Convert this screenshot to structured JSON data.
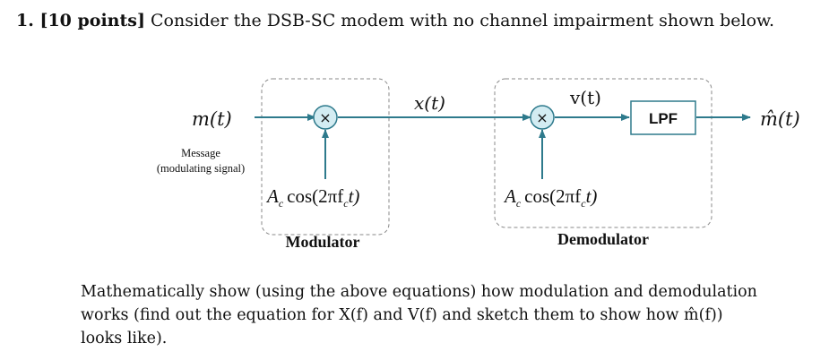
{
  "question": {
    "number_label": "1. [10 points]",
    "text": "Consider the DSB-SC modem with no channel impairment shown below."
  },
  "diagram": {
    "input_label": "m(t)",
    "input_note_line1": "Message",
    "input_note_line2": "(modulating signal)",
    "mixer_symbol": "×",
    "modulator": {
      "carrier_label": "A",
      "carrier_sub": "c",
      "carrier_rest": "cos(2πf",
      "carrier_f_sub": "c",
      "carrier_t": "t)",
      "title": "Modulator"
    },
    "channel_label": "x(t)",
    "demodulated_label": "v(t)",
    "demodulator": {
      "carrier_label": "A",
      "carrier_sub": "c",
      "carrier_rest": "cos(2πf",
      "carrier_f_sub": "c",
      "carrier_t": "t)",
      "title": "Demodulator"
    },
    "filter_label": "LPF",
    "output_label": "m̂(t)"
  },
  "instructions": {
    "line1": "Mathematically show (using the above equations) how modulation and demodulation",
    "line2": "works (find out the equation for X(f) and V(f) and sketch them to show how m̂(f))",
    "line3": "looks like)."
  },
  "colors": {
    "signal_line": "#2e7a8c",
    "mixer_fill": "#d3ecf2",
    "dashed_border": "#8a8a8a",
    "text": "#111111"
  }
}
